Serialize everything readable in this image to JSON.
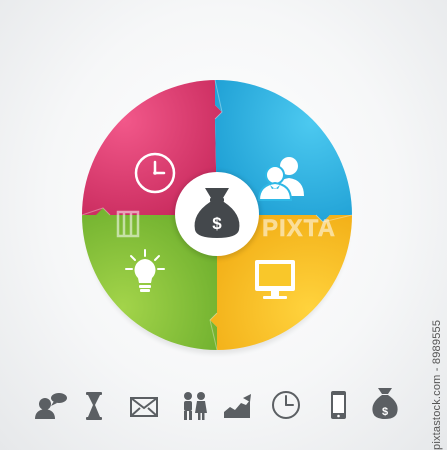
{
  "diagram": {
    "type": "circular-segment-infographic",
    "segments": [
      {
        "id": "top-left",
        "color": "#e53d73",
        "icon": "clock-icon"
      },
      {
        "id": "top-right",
        "color": "#2fb8e6",
        "icon": "users-icon"
      },
      {
        "id": "bottom-right",
        "color": "#f9c72a",
        "icon": "monitor-icon"
      },
      {
        "id": "bottom-left",
        "color": "#8cc63f",
        "icon": "lightbulb-icon"
      }
    ],
    "center": {
      "icon": "money-bag-icon",
      "color": "#ffffff",
      "symbol": "$"
    }
  },
  "icon_row": [
    "person-speech-icon",
    "hourglass-icon",
    "envelope-icon",
    "couple-icon",
    "growth-chart-icon",
    "clock-icon",
    "smartphone-icon",
    "money-bag-icon"
  ],
  "watermark": {
    "brand": "PIXTA"
  },
  "side_caption": "pixtastock.com - 8989555",
  "colors": {
    "icon_gray": "#5b5f63",
    "background": "#f4f5f6"
  }
}
